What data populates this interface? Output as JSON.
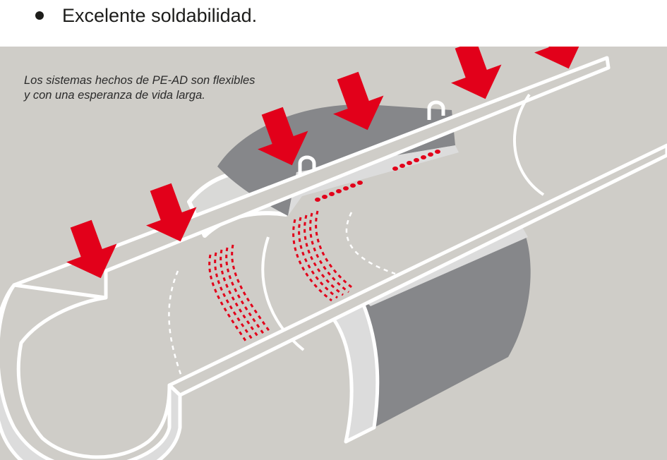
{
  "header": {
    "bullet_text": "Excelente soldabilidad."
  },
  "diagram": {
    "caption_line1": "Los sistemas hechos de PE-AD son flexibles",
    "caption_line2": "y con una esperanza de vida larga.",
    "icons": [
      "arrow-down-icon"
    ],
    "colors": {
      "background": "#cfcdc8",
      "pipe_outline": "#ffffff",
      "fitting_body": "#86878a",
      "fitting_face": "#dcdcdc",
      "arrow": "#e2001a",
      "heating_wire": "#e2001a"
    }
  }
}
